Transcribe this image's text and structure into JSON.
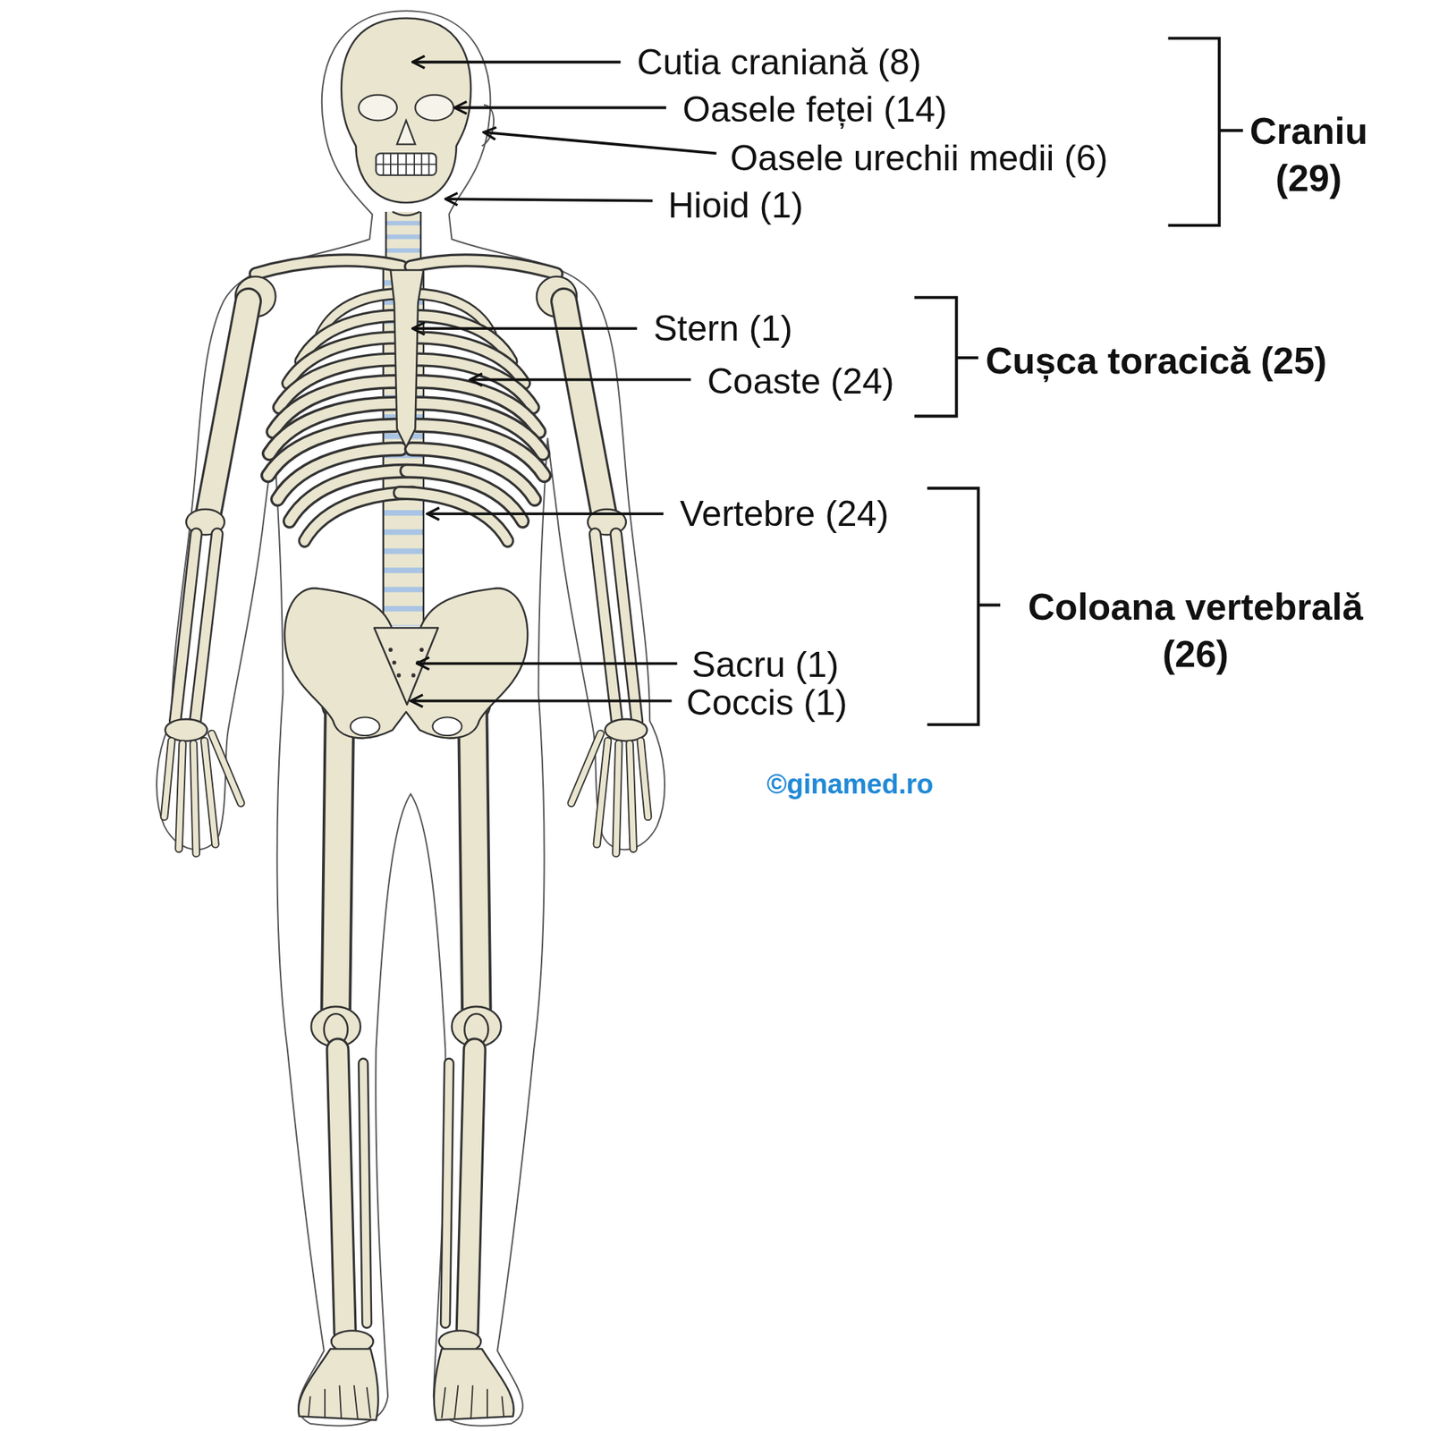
{
  "diagram": {
    "labels": [
      "Cutia craniană (8)",
      "Oasele feței (14)",
      "Oasele urechii medii (6)",
      "Hioid (1)",
      "Craniu (29)",
      "Stern (1)",
      "Coaste (24)",
      "Cușca toracică (25)",
      "Vertebre (24)",
      "Sacru (1)",
      "Coccis (1)",
      "Coloana vertebrală (26)",
      "©ginamed.ro"
    ]
  }
}
